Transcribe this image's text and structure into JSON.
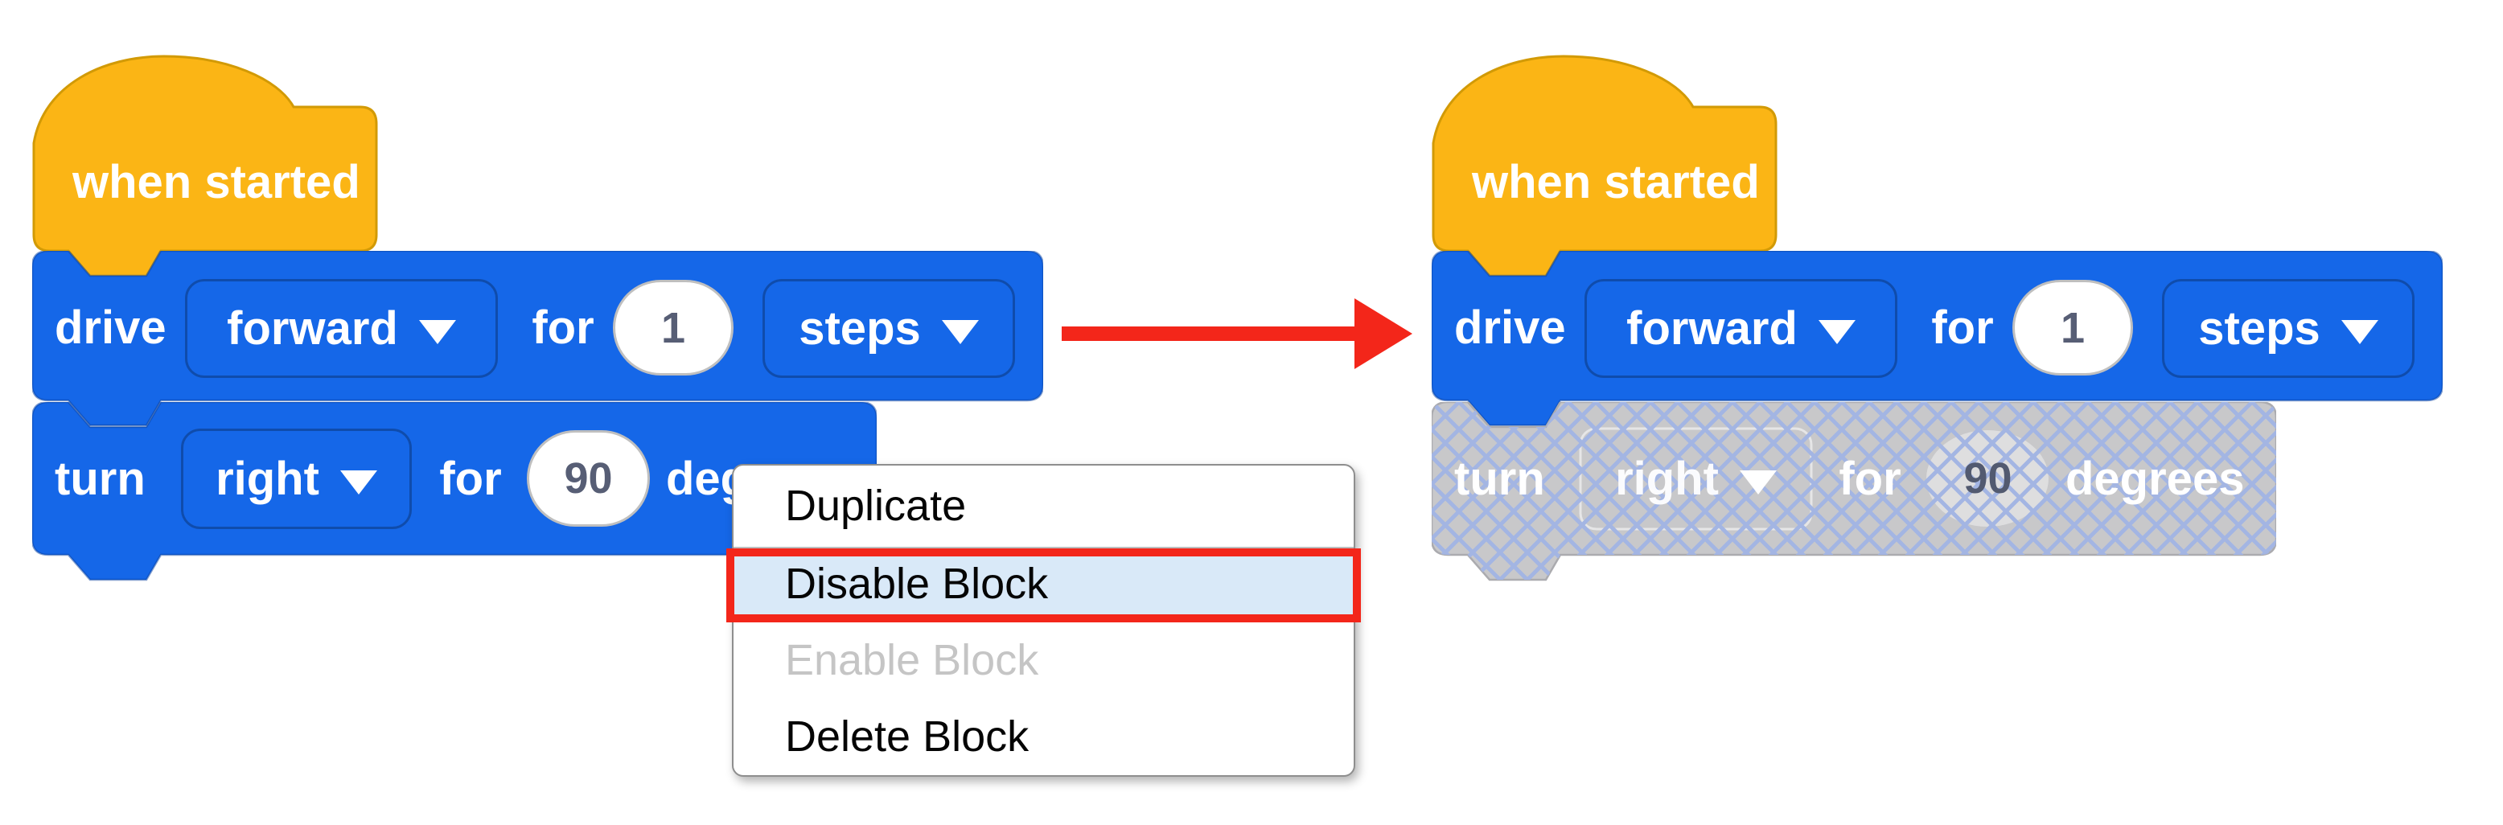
{
  "colors": {
    "block_blue": "#1567E8",
    "hat_orange": "#FBB515",
    "disabled_gray": "#C8C8CA",
    "hatch_line": "#A3B5E3",
    "arrow_red": "#F3261A",
    "menu_highlight_bg": "#D9E9F8",
    "menu_disabled_text": "#C5C5C5",
    "value_text": "#575E75"
  },
  "left_program": {
    "hat_label": "when started",
    "drive_block": {
      "verb": "drive",
      "direction": "forward",
      "for_label": "for",
      "distance": "1",
      "unit": "steps"
    },
    "turn_block": {
      "verb": "turn",
      "direction": "right",
      "for_label": "for",
      "angle": "90",
      "unit": "degrees"
    }
  },
  "right_program": {
    "hat_label": "when started",
    "drive_block": {
      "verb": "drive",
      "direction": "forward",
      "for_label": "for",
      "distance": "1",
      "unit": "steps"
    },
    "turn_block": {
      "verb": "turn",
      "direction": "right",
      "for_label": "for",
      "angle": "90",
      "unit": "degrees",
      "state": "disabled"
    }
  },
  "context_menu": {
    "items": [
      {
        "label": "Duplicate",
        "state": "normal"
      },
      {
        "label": "Disable Block",
        "state": "highlighted"
      },
      {
        "label": "Enable Block",
        "state": "disabled"
      },
      {
        "label": "Delete Block",
        "state": "normal"
      }
    ]
  }
}
